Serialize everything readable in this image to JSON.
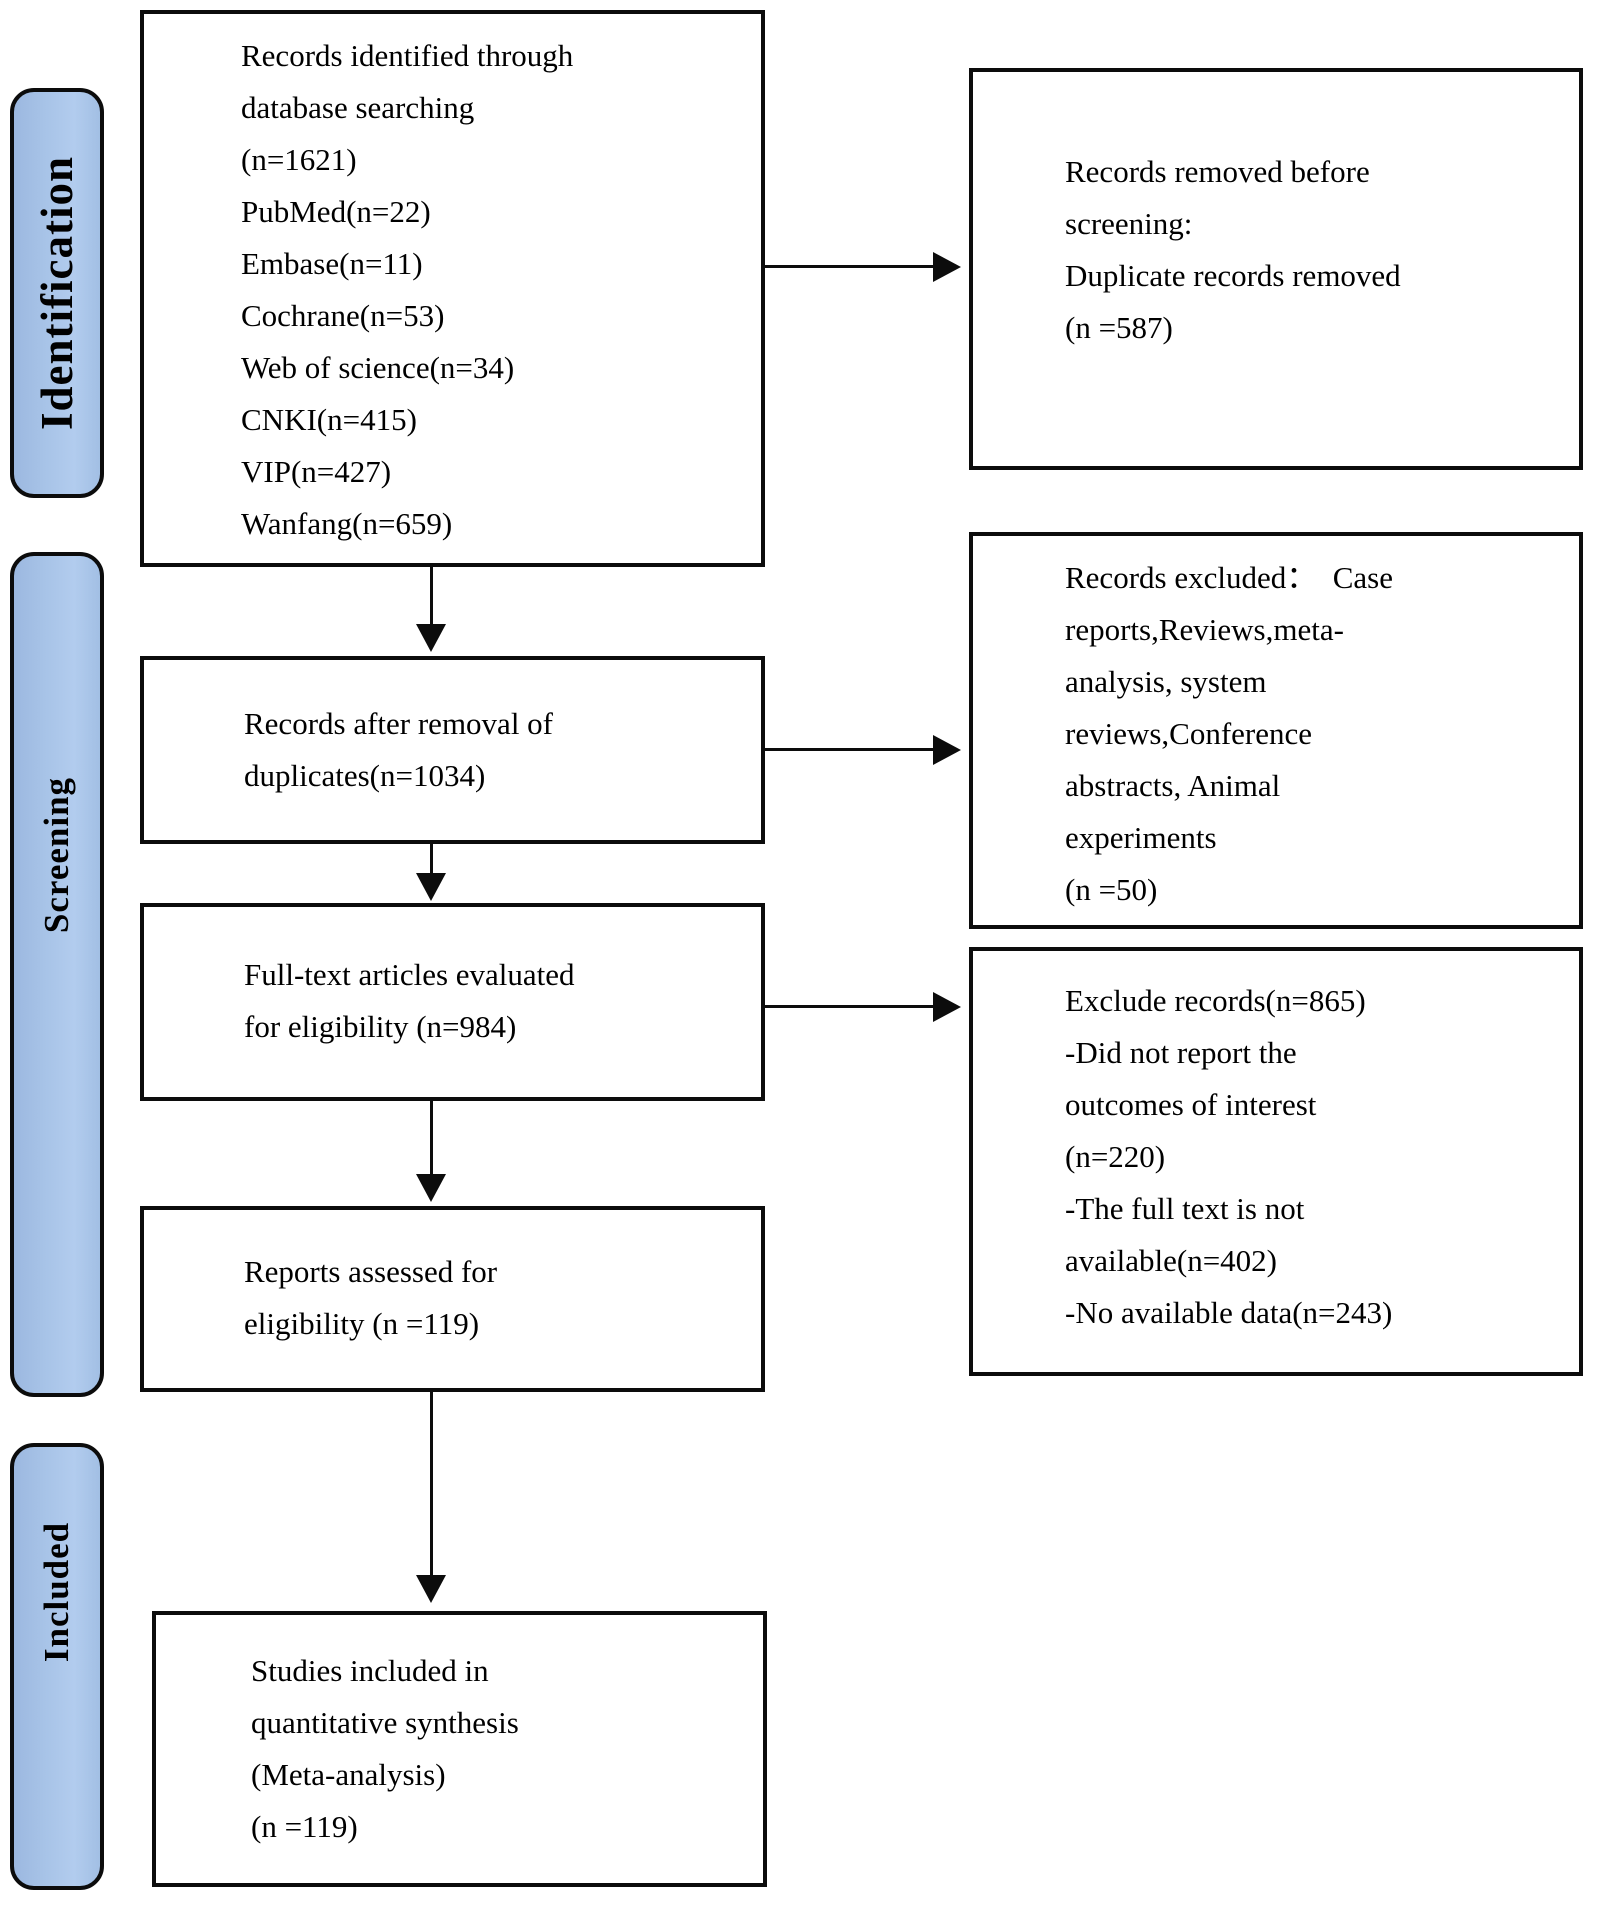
{
  "colors": {
    "bar_fill": "#a7c3e7",
    "line": "#0c0c0c",
    "background": "#ffffff"
  },
  "stages": [
    {
      "label": "Identification"
    },
    {
      "label": "Screening"
    },
    {
      "label": "Included"
    }
  ],
  "boxes": {
    "identified": {
      "text": "Records identified through\ndatabase searching\n(n=1621)\nPubMed(n=22)\nEmbase(n=11)\nCochrane(n=53)\nWeb of science(n=34)\nCNKI(n=415)\nVIP(n=427)\nWanfang(n=659)"
    },
    "removed_before_screening": {
      "text": "Records removed before\nscreening:\nDuplicate records removed\n(n =587)"
    },
    "after_duplicates": {
      "text": "Records after removal of\nduplicates(n=1034)"
    },
    "excluded": {
      "text": "Records excluded：  Case\nreports,Reviews,meta-\nanalysis, system\nreviews,Conference\nabstracts, Animal\nexperiments\n(n =50)"
    },
    "fulltext": {
      "text": "Full-text articles evaluated\nfor eligibility (n=984)"
    },
    "exclude_records": {
      "text": "Exclude records(n=865)\n-Did not report the\noutcomes of interest\n(n=220)\n-The full text is not\navailable(n=402)\n-No available data(n=243)"
    },
    "assessed": {
      "text": "Reports assessed for\neligibility (n =119)"
    },
    "included_studies": {
      "text": "Studies included in\nquantitative synthesis\n(Meta-analysis)\n(n =119)"
    }
  }
}
